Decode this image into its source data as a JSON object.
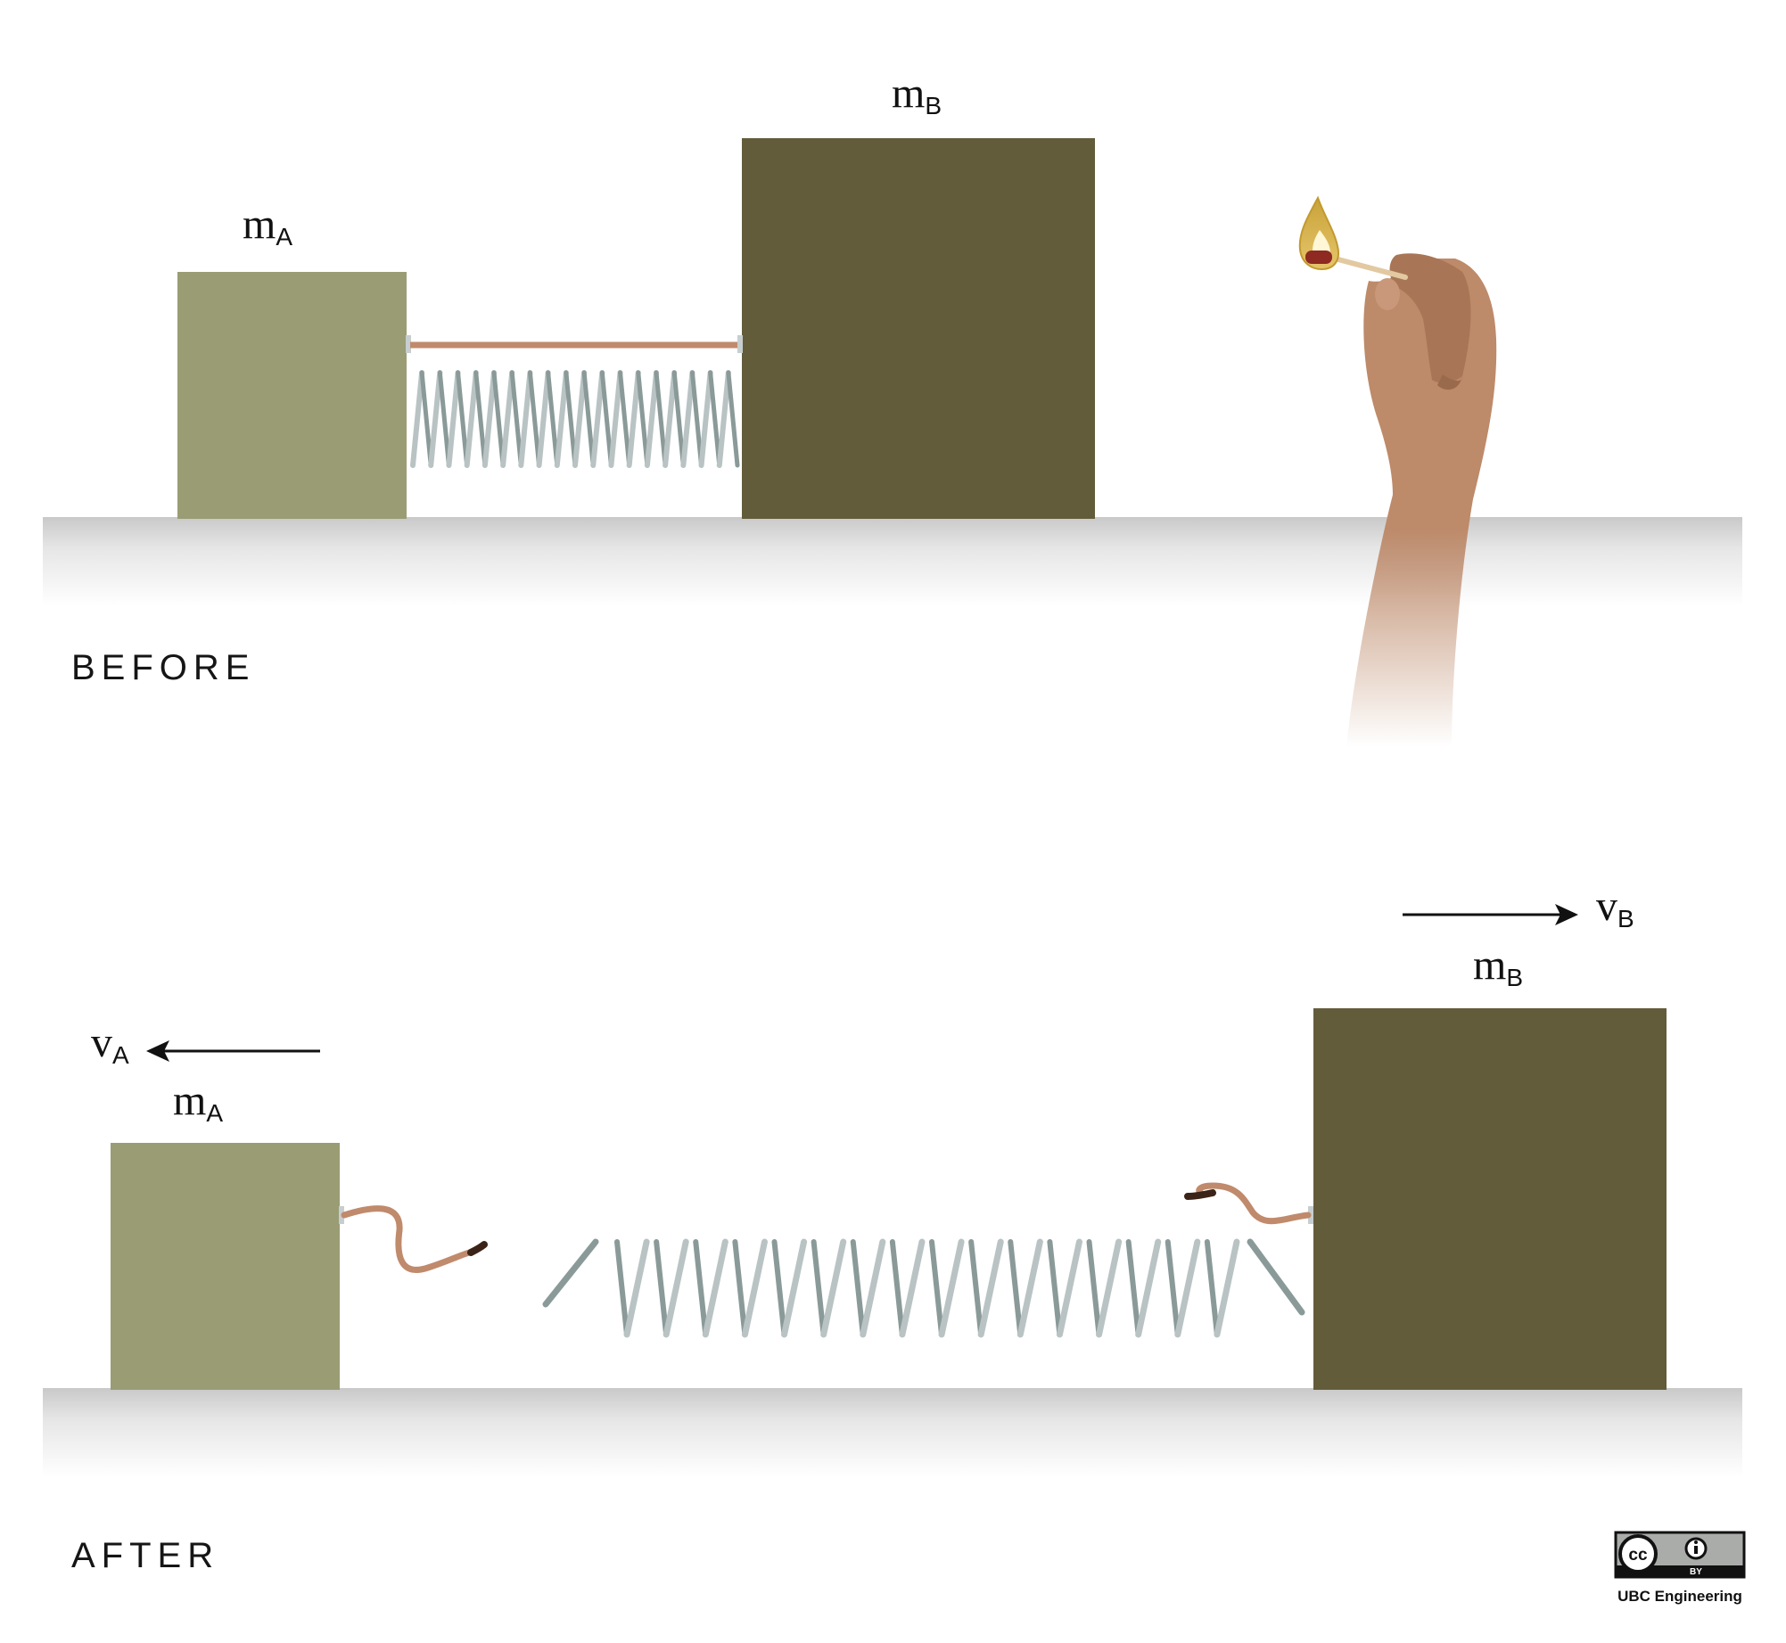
{
  "before": {
    "section_label": "BEFORE",
    "mass_a": {
      "symbol": "m",
      "subscript": "A"
    },
    "mass_b": {
      "symbol": "m",
      "subscript": "B"
    }
  },
  "after": {
    "section_label": "AFTER",
    "mass_a": {
      "symbol": "m",
      "subscript": "A"
    },
    "mass_b": {
      "symbol": "m",
      "subscript": "B"
    },
    "velocity_a": {
      "symbol": "v",
      "subscript": "A"
    },
    "velocity_b": {
      "symbol": "v",
      "subscript": "B"
    }
  },
  "license": {
    "badge_cc": "cc",
    "badge_by": "BY",
    "credit": "UBC Engineering"
  },
  "colors": {
    "block_a": "#9a9c74",
    "block_b": "#635c3b",
    "thread": "#c08a6c",
    "spring_light": "#b9c3c3",
    "spring_dark": "#8a9a98",
    "skin": "#bd8a6a"
  }
}
